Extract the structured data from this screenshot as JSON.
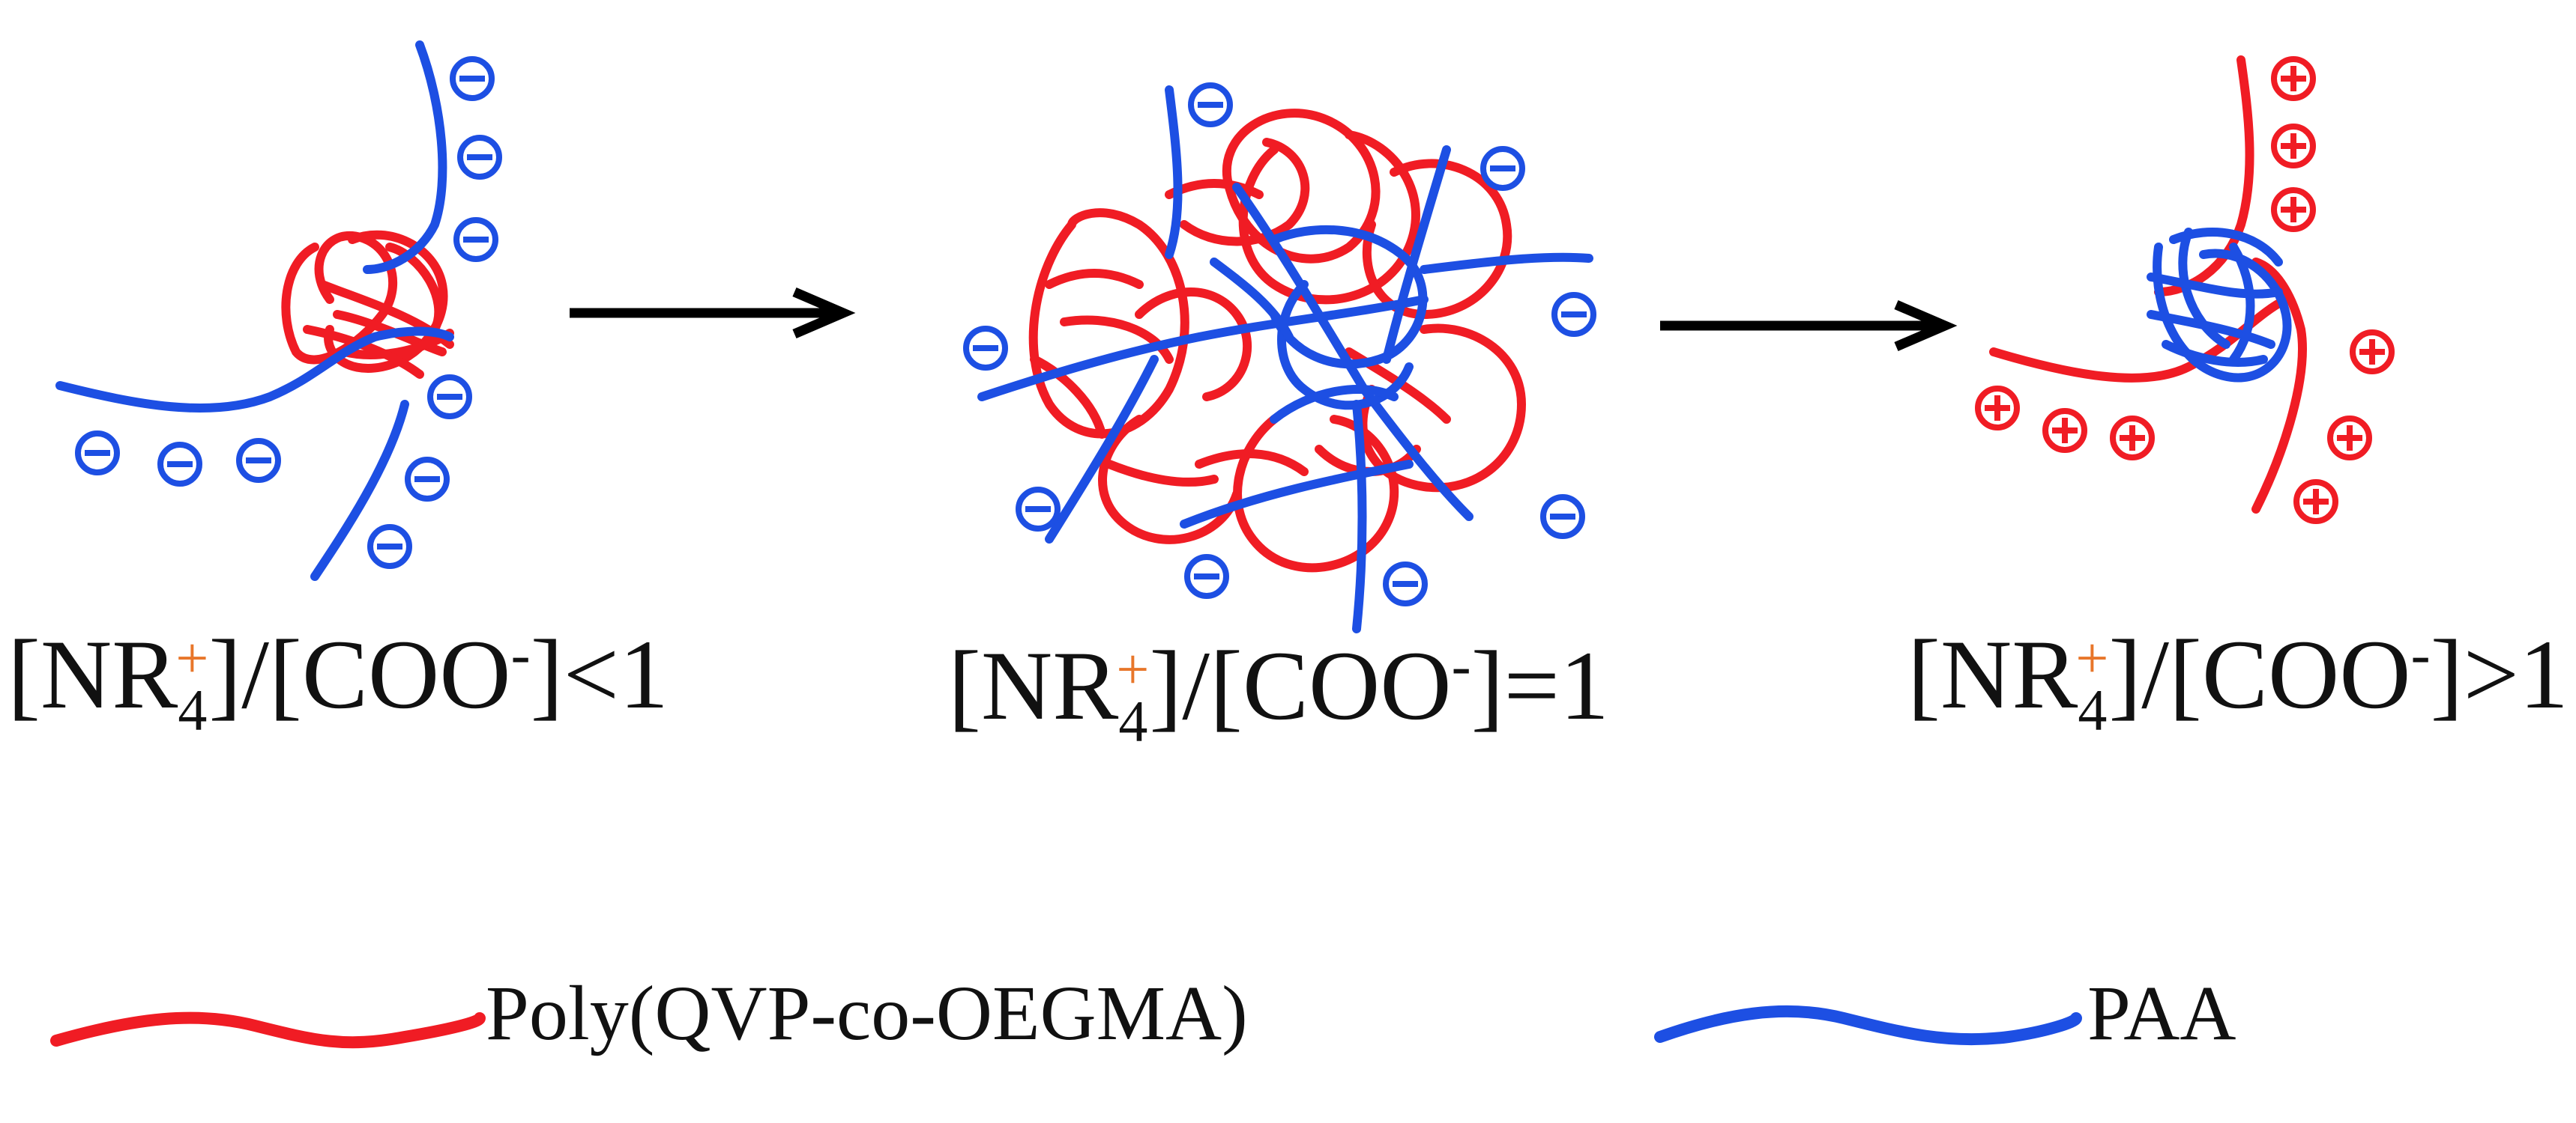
{
  "colors": {
    "polycation": "#f01c24",
    "polyanion": "#1d4fe3",
    "arrow": "#000000",
    "text": "#111111"
  },
  "conditions": [
    {
      "id": "lt",
      "prefix": "[NR",
      "sub": "4",
      "sup": "+",
      "mid": "]/[COO",
      "sup2": "-",
      "suffix": "]<1"
    },
    {
      "id": "eq",
      "prefix": "[NR",
      "sub": "4",
      "sup": "+",
      "mid": "]/[COO",
      "sup2": "-",
      "suffix": "]=1"
    },
    {
      "id": "gt",
      "prefix": "[NR",
      "sub": "4",
      "sup": "+",
      "mid": "]/[COO",
      "sup2": "-",
      "suffix": "]>1"
    }
  ],
  "legend": {
    "red_label": "Poly(QVP-co-OEGMA)",
    "blue_label": "PAA"
  },
  "icons": {
    "negative_charge": "minus-circle-icon",
    "positive_charge": "plus-circle-icon",
    "arrow": "right-arrow-icon"
  }
}
